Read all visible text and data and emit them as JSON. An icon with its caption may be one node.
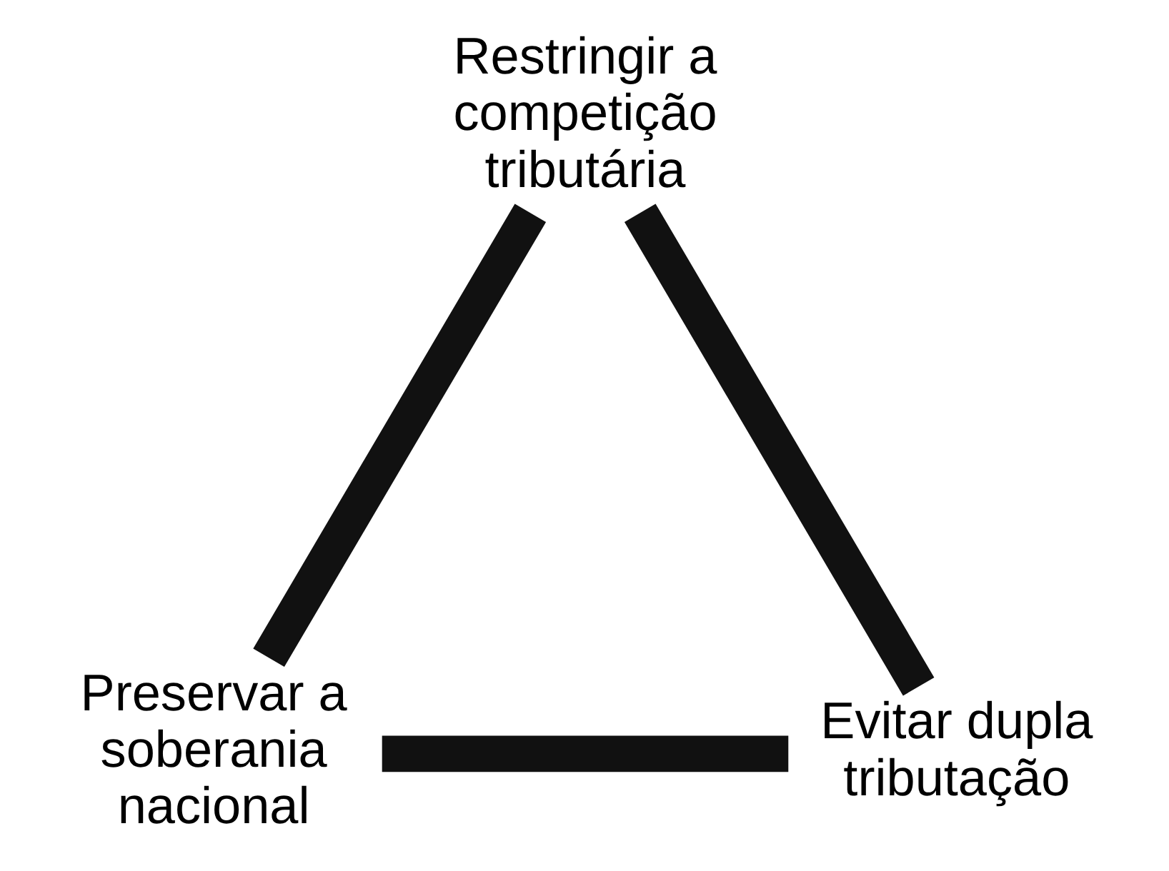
{
  "diagram": {
    "nodes": [
      {
        "text": [
          "Restringir a competição tributária"
        ]
      },
      {
        "text": [
          "Preservar a soberania nacional"
        ]
      },
      {
        "text": [
          "Evitar dupla tributação"
        ]
      }
    ],
    "edges": [
      {
        "from": 0,
        "to": 1,
        "arrow": "none"
      },
      {
        "from": 0,
        "to": 2,
        "arrow": "none"
      },
      {
        "from": 1,
        "to": 2,
        "arrow": "none"
      }
    ]
  }
}
